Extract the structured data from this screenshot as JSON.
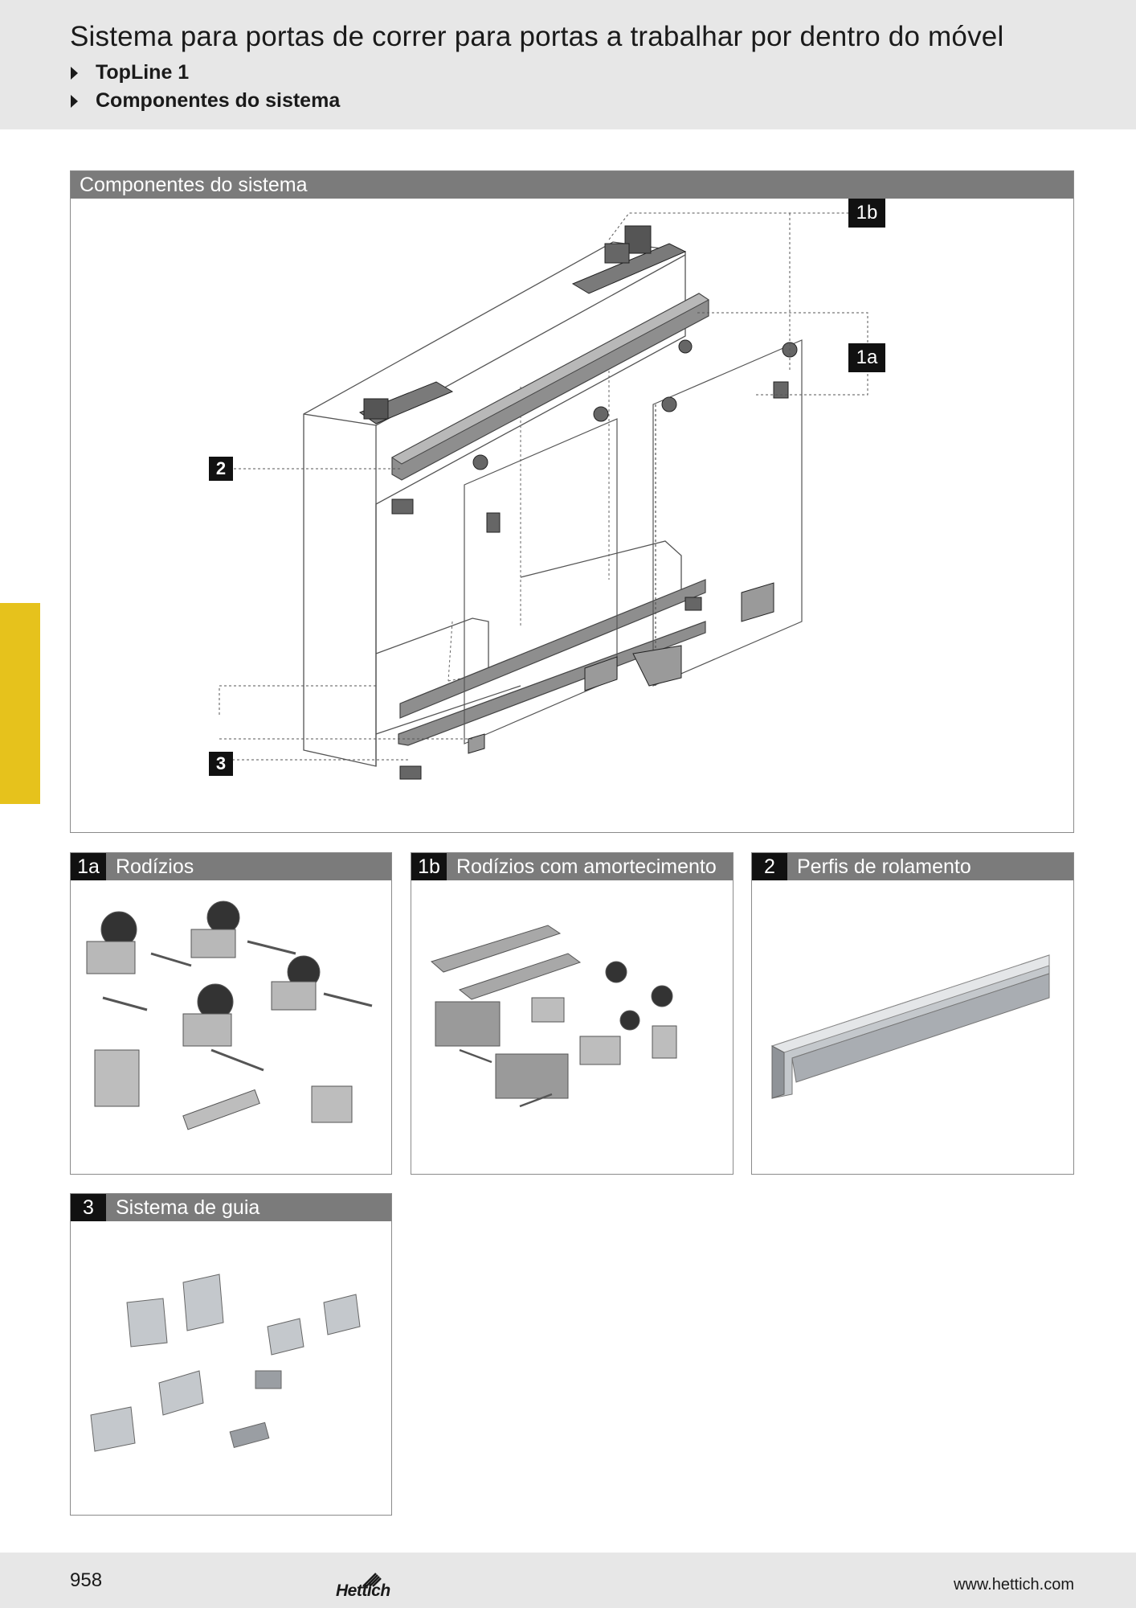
{
  "header": {
    "title": "Sistema para portas de correr para portas a trabalhar por dentro do móvel",
    "breadcrumb": [
      "TopLine 1",
      "Componentes do sistema"
    ]
  },
  "main_panel": {
    "title": "Componentes do sistema",
    "callouts": [
      "1b",
      "1a",
      "2",
      "3"
    ]
  },
  "panels": [
    {
      "num": "1a",
      "title": "Rodízios"
    },
    {
      "num": "1b",
      "title": "Rodízios com amortecimento"
    },
    {
      "num": "2",
      "title": "Perfis de rolamento"
    },
    {
      "num": "3",
      "title": "Sistema de guia"
    }
  ],
  "footer": {
    "page_number": "958",
    "logo_text": "Hettich",
    "url": "www.hettich.com"
  },
  "colors": {
    "header_bg": "#e7e7e7",
    "panel_head": "#7b7b7b",
    "accent_tab": "#e6c21c",
    "callout_bg": "#111111"
  }
}
